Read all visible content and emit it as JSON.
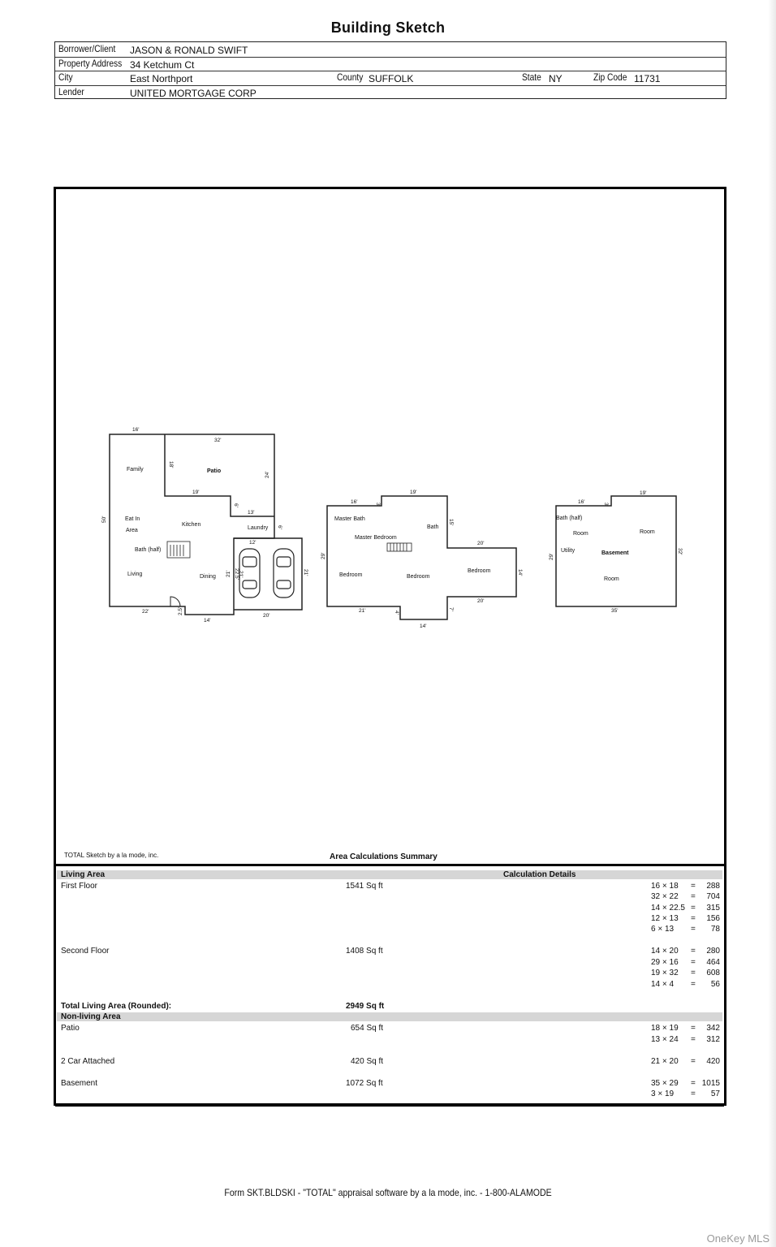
{
  "title": "Building Sketch",
  "header": {
    "borrower_label": "Borrower/Client",
    "borrower": "JASON & RONALD SWIFT",
    "address_label": "Property Address",
    "address": "34 Ketchum Ct",
    "city_label": "City",
    "city": "East Northport",
    "county_label": "County",
    "county": "SUFFOLK",
    "state_label": "State",
    "state": "NY",
    "zip_label": "Zip Code",
    "zip": "11731",
    "lender_label": "Lender",
    "lender": "UNITED MORTGAGE CORP"
  },
  "sketch": {
    "first_floor_labels": [
      "Family",
      "Patio",
      "Eat In",
      "Area",
      "Kitchen",
      "Laundry",
      "Bath (half)",
      "Living",
      "Dining"
    ],
    "first_floor_dims": [
      "16'",
      "32'",
      "18'",
      "24'",
      "19'",
      "13'",
      "6'",
      "6'",
      "50'",
      "12'",
      "21'",
      "22.5'",
      "21'",
      "21'",
      "22'",
      "2.5'",
      "14'",
      "20'"
    ],
    "second_floor_labels": [
      "Master Bath",
      "Master Bedroom",
      "Bath",
      "Bedroom",
      "Bedroom",
      "Bedroom"
    ],
    "second_floor_dims": [
      "16'",
      "3'",
      "19'",
      "15'",
      "20'",
      "29'",
      "14'",
      "20'",
      "7'",
      "21'",
      "4'",
      "14'"
    ],
    "basement_labels": [
      "Bath (half)",
      "Room",
      "Room",
      "Utility",
      "Basement",
      "Room"
    ],
    "basement_dims": [
      "16'",
      "3'",
      "19'",
      "29'",
      "32'",
      "35'"
    ],
    "credit": "TOTAL Sketch by a la mode, inc."
  },
  "summary": {
    "title": "Area Calculations Summary",
    "living_header": "Living Area",
    "calc_header": "Calculation Details",
    "first_floor": {
      "label": "First Floor",
      "area": "1541 Sq ft",
      "calcs": [
        [
          "16 × 18",
          "=",
          "288"
        ],
        [
          "32 × 22",
          "=",
          "704"
        ],
        [
          "14 × 22.5",
          "=",
          "315"
        ],
        [
          "12 × 13",
          "=",
          "156"
        ],
        [
          "6 × 13",
          "=",
          "78"
        ]
      ]
    },
    "second_floor": {
      "label": "Second Floor",
      "area": "1408 Sq ft",
      "calcs": [
        [
          "14 × 20",
          "=",
          "280"
        ],
        [
          "29 × 16",
          "=",
          "464"
        ],
        [
          "19 × 32",
          "=",
          "608"
        ],
        [
          "14 × 4",
          "=",
          "56"
        ]
      ]
    },
    "total_label": "Total Living Area (Rounded):",
    "total_value": "2949 Sq ft",
    "nonliving_header": "Non-living Area",
    "patio": {
      "label": "Patio",
      "area": "654 Sq ft",
      "calcs": [
        [
          "18 × 19",
          "=",
          "342"
        ],
        [
          "13 × 24",
          "=",
          "312"
        ]
      ]
    },
    "garage": {
      "label": "2 Car Attached",
      "area": "420 Sq ft",
      "calcs": [
        [
          "21 × 20",
          "=",
          "420"
        ]
      ]
    },
    "basement": {
      "label": "Basement",
      "area": "1072 Sq ft",
      "calcs": [
        [
          "35 × 29",
          "=",
          "1015"
        ],
        [
          "3 × 19",
          "=",
          "57"
        ]
      ]
    }
  },
  "footer": "Form SKT.BLDSKI - \"TOTAL\" appraisal software by a la mode, inc. - 1-800-ALAMODE",
  "watermark": "OneKey MLS"
}
